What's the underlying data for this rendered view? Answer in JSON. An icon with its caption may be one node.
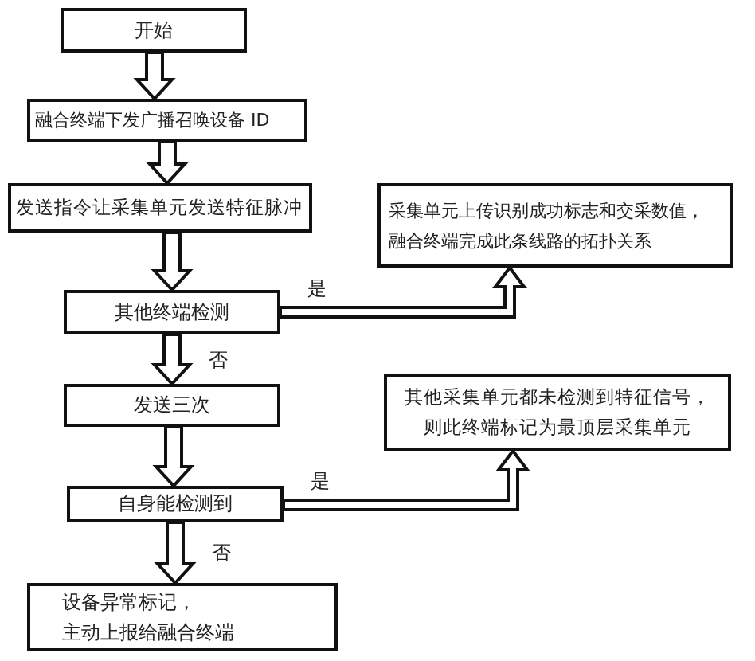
{
  "diagram": {
    "nodes": [
      {
        "text": [
          "开始"
        ]
      },
      {
        "text": [
          "融合终端下发广播召唤设备 ID"
        ]
      },
      {
        "text": [
          "发送指令让采集单元发送特征脉冲"
        ]
      },
      {
        "text": [
          "其他终端检测"
        ]
      },
      {
        "text": [
          "采集单元上传识别成功标志和交采数值，融合终端完成此条线路的拓扑关系"
        ]
      },
      {
        "text": [
          "发送三次"
        ]
      },
      {
        "text": [
          "自身能检测到"
        ]
      },
      {
        "text": [
          "设备异常标记，主动上报给融合终端"
        ]
      },
      {
        "text": [
          "其他采集单元都未检测到特征信号，则此终端标记为最顶层采集单元"
        ]
      }
    ],
    "edges": [
      {
        "from": 0,
        "to": 1,
        "arrow": "to"
      },
      {
        "from": 1,
        "to": 2,
        "arrow": "to"
      },
      {
        "from": 2,
        "to": 3,
        "arrow": "to"
      },
      {
        "from": 3,
        "to": 5,
        "arrow": "to",
        "label": "否"
      },
      {
        "from": 5,
        "to": 6,
        "arrow": "to"
      },
      {
        "from": 6,
        "to": 7,
        "arrow": "to",
        "label": "否"
      },
      {
        "from": 3,
        "to": 4,
        "arrow": "to",
        "label": "是"
      },
      {
        "from": 6,
        "to": 8,
        "arrow": "to",
        "label": "是"
      }
    ]
  }
}
